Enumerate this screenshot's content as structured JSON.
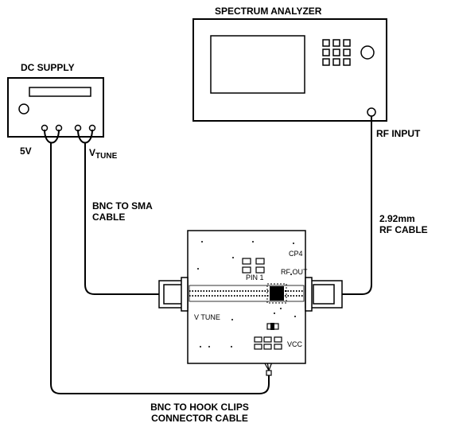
{
  "instruments": {
    "spectrum_analyzer": {
      "title": "SPECTRUM ANALYZER",
      "port_label": "RF INPUT"
    },
    "dc_supply": {
      "title": "DC SUPPLY",
      "terminal_5v": "5V",
      "terminal_vtune": "V",
      "terminal_vtune_sub": "TUNE"
    }
  },
  "cables": {
    "bnc_to_sma": [
      "BNC TO SMA",
      "CABLE"
    ],
    "rf_cable": [
      "2.92mm",
      "RF CABLE"
    ],
    "hook_clips": [
      "BNC TO HOOK CLIPS",
      "CONNECTOR CABLE"
    ]
  },
  "board": {
    "label_cp4": "CP4",
    "label_rf_out": "RF OUT",
    "label_v_tune": "V  TUNE",
    "label_vcc": "VCC",
    "label_pin1": "PIN 1"
  }
}
